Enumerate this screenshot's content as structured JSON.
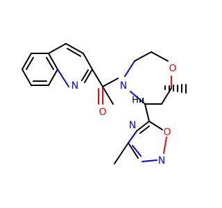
{
  "molecule": {
    "atom_labels": {
      "quinoline_n": "N",
      "carbonyl_o": "O",
      "morpholine_n": "N",
      "morpholine_o": "O",
      "stereo_h": "H",
      "oxadiazole_o": "O",
      "oxadiazole_n1": "N",
      "oxadiazole_n2": "N"
    },
    "colors": {
      "nitrogen": "#0000ff",
      "oxygen": "#ff0000",
      "carbon": "#000000"
    }
  }
}
